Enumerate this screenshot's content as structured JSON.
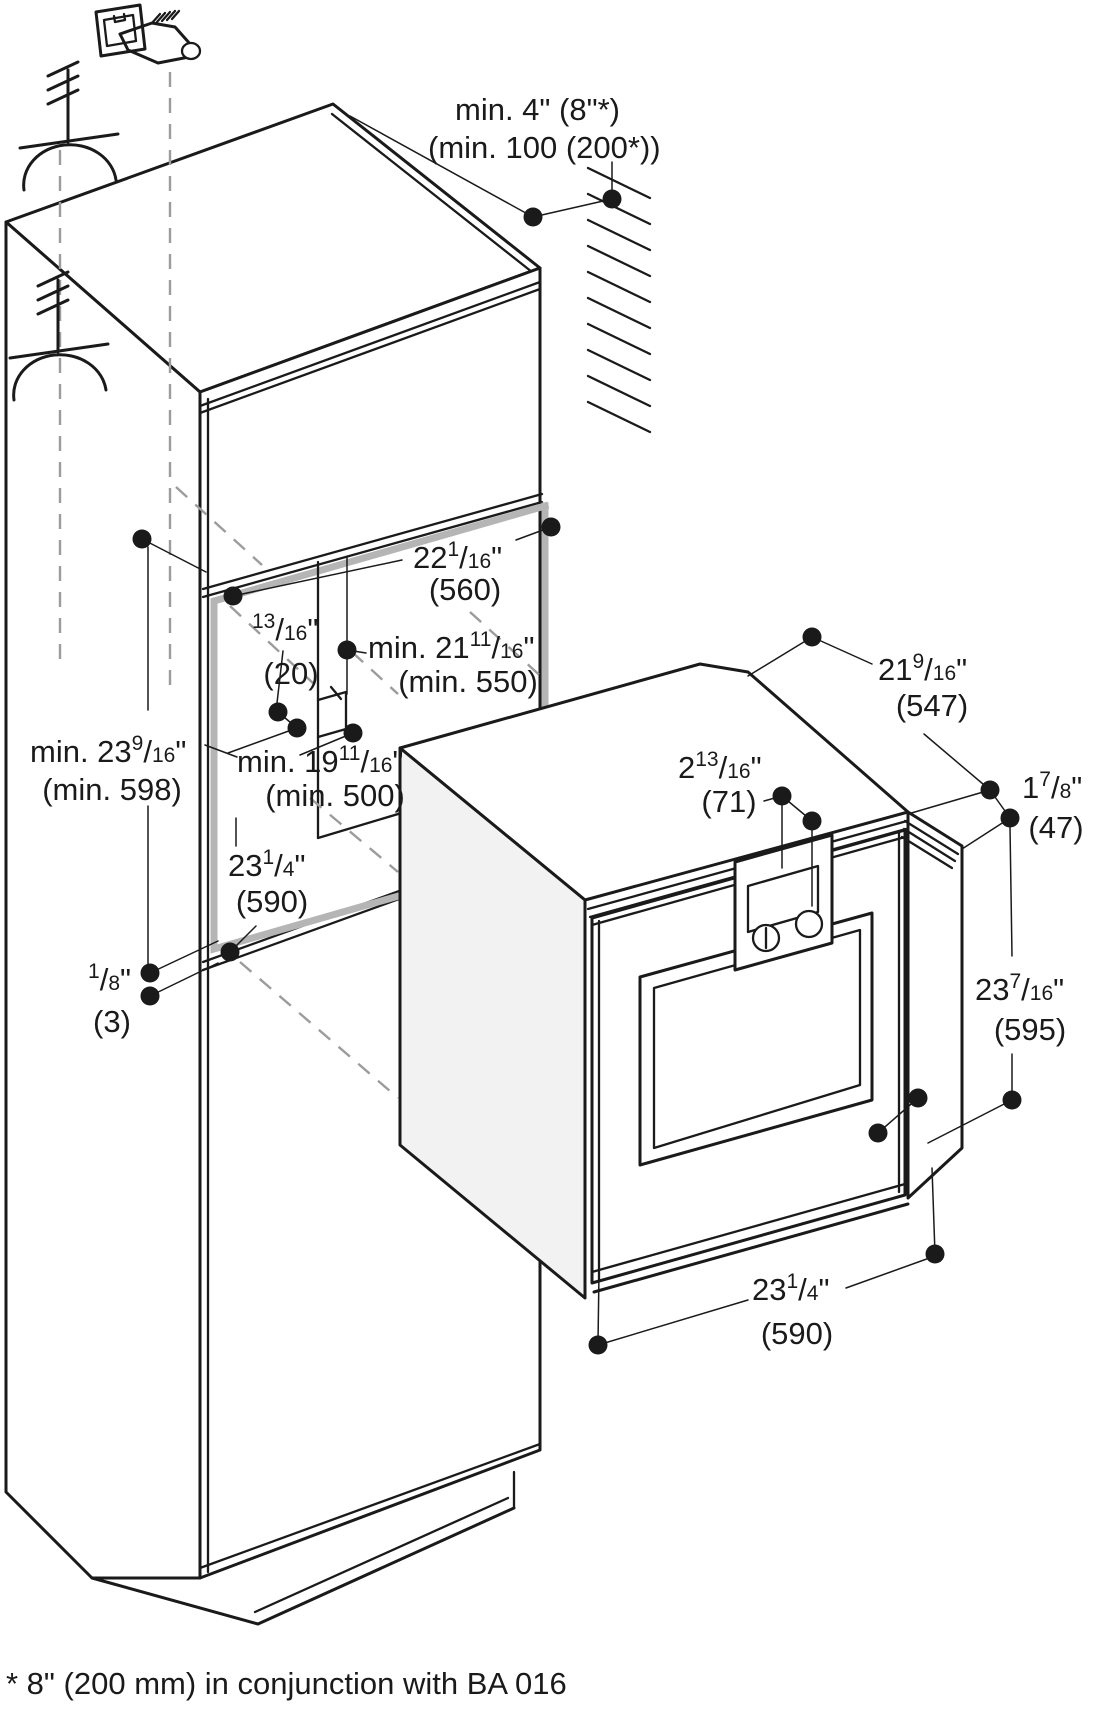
{
  "meta": {
    "footnote": "* 8\" (200 mm) in conjunction with BA 016"
  },
  "symbols": {
    "slash": "/",
    "inch": "\""
  },
  "colors": {
    "line": "#1a1a1a",
    "gray_dashed": "#9c9c9c",
    "niche_highlight": "#b5b5b5",
    "oven_side_panel_fill": "#f2f2f2"
  },
  "icons": {
    "socket_plug": "power-socket-and-plug-icon",
    "ground_symbol": "earth-ground-symbol",
    "wall_hatch": "wall-section-hatching"
  },
  "dimensions": {
    "top_gap": {
      "line1": "min. 4\" (8\"*)",
      "line2": "(min. 100 (200*))"
    },
    "niche_width": {
      "whole": "22",
      "num": "1",
      "den": "16",
      "mm": "(560)"
    },
    "step_depth": {
      "whole": "",
      "num": "13",
      "den": "16",
      "mm": "(20)"
    },
    "niche_depth_min": {
      "whole": "min. 21",
      "num": "11",
      "den": "16",
      "mm": "(min. 550)"
    },
    "insert_depth_min": {
      "whole": "min. 19",
      "num": "11",
      "den": "16",
      "mm": "(min. 500)"
    },
    "niche_height_min": {
      "whole": "min. 23",
      "num": "9",
      "den": "16",
      "mm": "(min. 598)"
    },
    "niche_bottom_width": {
      "whole": "23",
      "num": "1",
      "den": "4",
      "mm": "(590)"
    },
    "bottom_gap": {
      "whole": "",
      "num": "1",
      "den": "8",
      "mm": "(3)"
    },
    "oven_depth": {
      "whole": "21",
      "num": "9",
      "den": "16",
      "mm": "(547)"
    },
    "control_panel_height": {
      "whole": "2",
      "num": "13",
      "den": "16",
      "mm": "(71)"
    },
    "trim_height": {
      "whole": "1",
      "num": "7",
      "den": "8",
      "mm": "(47)"
    },
    "oven_height": {
      "whole": "23",
      "num": "7",
      "den": "16",
      "mm": "(595)"
    },
    "oven_width": {
      "whole": "23",
      "num": "1",
      "den": "4",
      "mm": "(590)"
    }
  }
}
